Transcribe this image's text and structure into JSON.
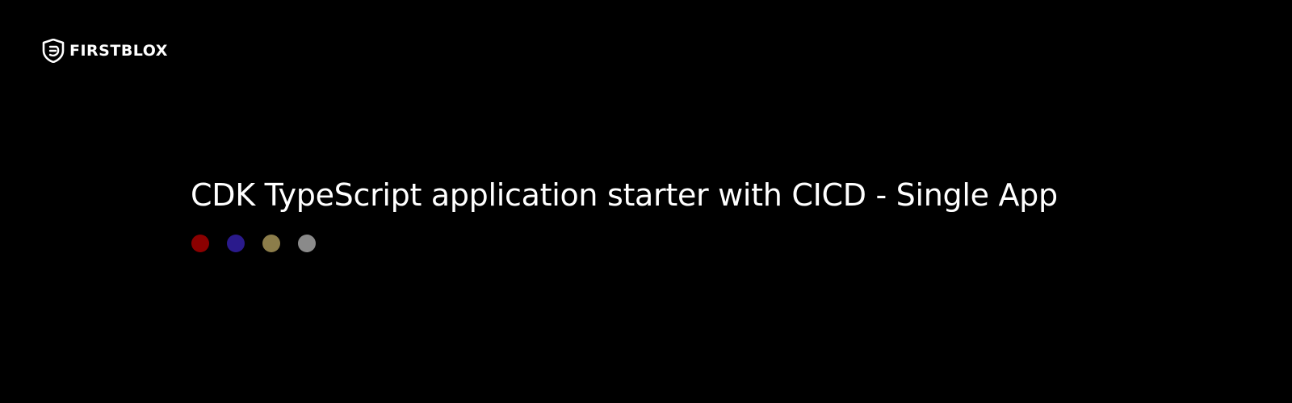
{
  "brand": {
    "name": "FIRSTBLOX",
    "icon": "shield-icon"
  },
  "title": "CDK TypeScript application starter with CICD - Single App",
  "dots": [
    {
      "name": "dot-red",
      "color": "#8b0000"
    },
    {
      "name": "dot-blue",
      "color": "#2a1a8c"
    },
    {
      "name": "dot-olive",
      "color": "#8c7d4a"
    },
    {
      "name": "dot-gray",
      "color": "#8a8a8a"
    }
  ]
}
